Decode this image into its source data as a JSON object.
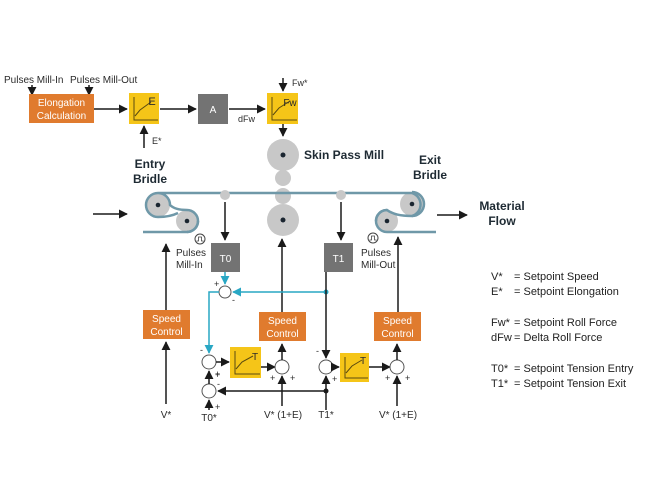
{
  "top_inputs": {
    "pulses_in": "Pulses Mill-In",
    "pulses_out": "Pulses Mill-Out"
  },
  "blocks": {
    "elongation_line1": "Elongation",
    "elongation_line2": "Calculation",
    "e_controller": "E",
    "e_setpoint": "E*",
    "amplifier": "A",
    "dfw": "dFw",
    "fw_controller": "Fw",
    "fw_setpoint": "Fw*",
    "t0": "T0",
    "t1": "T1",
    "speed_control_line1": "Speed",
    "speed_control_line2": "Control",
    "tension_controller": "T"
  },
  "labels": {
    "skin_pass_mill": "Skin Pass Mill",
    "entry_bridle_1": "Entry",
    "entry_bridle_2": "Bridle",
    "exit_bridle_1": "Exit",
    "exit_bridle_2": "Bridle",
    "material_flow_1": "Material",
    "material_flow_2": "Flow",
    "pulses_in_1": "Pulses",
    "pulses_in_2": "Mill-In",
    "pulses_out_1": "Pulses",
    "pulses_out_2": "Mill-Out",
    "plus": "+",
    "minus": "-"
  },
  "bottom_inputs": {
    "v_star": "V*",
    "t0_star": "T0*",
    "v_1e_a": "V* (1+E)",
    "t1_star": "T1*",
    "v_1e_b": "V* (1+E)"
  },
  "legend": [
    {
      "symbol": "V*",
      "text": "= Setpoint Speed"
    },
    {
      "symbol": "E*",
      "text": "= Setpoint Elongation"
    },
    {
      "symbol": "Fw*",
      "text": "= Setpoint Roll Force"
    },
    {
      "symbol": "dFw",
      "text": "= Delta Roll Force"
    },
    {
      "symbol": "T0*",
      "text": "= Setpoint Tension Entry"
    },
    {
      "symbol": "T1*",
      "text": "= Setpoint Tension Exit"
    }
  ],
  "colors": {
    "orange": "#e07b2e",
    "yellow": "#f5c518",
    "gray_block": "#737373",
    "roll": "#c8c8c8",
    "strip": "#6f98a8",
    "feedback": "#29a7c4"
  }
}
